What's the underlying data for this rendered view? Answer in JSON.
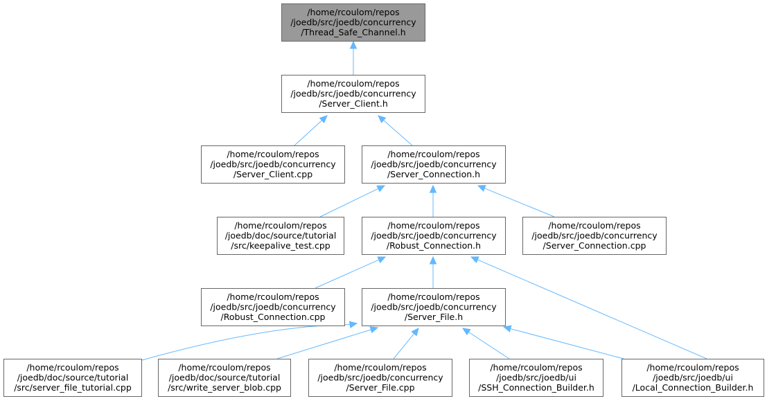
{
  "colors": {
    "root_fill": "#999999",
    "node_fill": "#ffffff",
    "node_border": "#666666",
    "edge": "#63b8ff",
    "text": "#000000"
  },
  "nodes": [
    {
      "id": "thread_safe_channel_h",
      "lines": [
        "/home/rcoulom/repos",
        "/joedb/src/joedb/concurrency",
        "/Thread_Safe_Channel.h"
      ],
      "root": true
    },
    {
      "id": "server_client_h",
      "lines": [
        "/home/rcoulom/repos",
        "/joedb/src/joedb/concurrency",
        "/Server_Client.h"
      ]
    },
    {
      "id": "server_client_cpp",
      "lines": [
        "/home/rcoulom/repos",
        "/joedb/src/joedb/concurrency",
        "/Server_Client.cpp"
      ]
    },
    {
      "id": "server_connection_h",
      "lines": [
        "/home/rcoulom/repos",
        "/joedb/src/joedb/concurrency",
        "/Server_Connection.h"
      ]
    },
    {
      "id": "keepalive_test_cpp",
      "lines": [
        "/home/rcoulom/repos",
        "/joedb/doc/source/tutorial",
        "/src/keepalive_test.cpp"
      ]
    },
    {
      "id": "robust_connection_h",
      "lines": [
        "/home/rcoulom/repos",
        "/joedb/src/joedb/concurrency",
        "/Robust_Connection.h"
      ]
    },
    {
      "id": "server_connection_cpp",
      "lines": [
        "/home/rcoulom/repos",
        "/joedb/src/joedb/concurrency",
        "/Server_Connection.cpp"
      ]
    },
    {
      "id": "robust_connection_cpp",
      "lines": [
        "/home/rcoulom/repos",
        "/joedb/src/joedb/concurrency",
        "/Robust_Connection.cpp"
      ]
    },
    {
      "id": "server_file_h",
      "lines": [
        "/home/rcoulom/repos",
        "/joedb/src/joedb/concurrency",
        "/Server_File.h"
      ]
    },
    {
      "id": "server_file_tutorial_cpp",
      "lines": [
        "/home/rcoulom/repos",
        "/joedb/doc/source/tutorial",
        "/src/server_file_tutorial.cpp"
      ]
    },
    {
      "id": "write_server_blob_cpp",
      "lines": [
        "/home/rcoulom/repos",
        "/joedb/doc/source/tutorial",
        "/src/write_server_blob.cpp"
      ]
    },
    {
      "id": "server_file_cpp",
      "lines": [
        "/home/rcoulom/repos",
        "/joedb/src/joedb/concurrency",
        "/Server_File.cpp"
      ]
    },
    {
      "id": "ssh_connection_builder_h",
      "lines": [
        "/home/rcoulom/repos",
        "/joedb/src/joedb/ui",
        "/SSH_Connection_Builder.h"
      ]
    },
    {
      "id": "local_connection_builder_h",
      "lines": [
        "/home/rcoulom/repos",
        "/joedb/src/joedb/ui",
        "/Local_Connection_Builder.h"
      ]
    }
  ],
  "edges": [
    {
      "from": "server_client_h",
      "to": "thread_safe_channel_h"
    },
    {
      "from": "server_client_cpp",
      "to": "server_client_h"
    },
    {
      "from": "server_connection_h",
      "to": "server_client_h"
    },
    {
      "from": "keepalive_test_cpp",
      "to": "server_connection_h"
    },
    {
      "from": "robust_connection_h",
      "to": "server_connection_h"
    },
    {
      "from": "server_connection_cpp",
      "to": "server_connection_h"
    },
    {
      "from": "robust_connection_cpp",
      "to": "robust_connection_h"
    },
    {
      "from": "server_file_h",
      "to": "robust_connection_h"
    },
    {
      "from": "local_connection_builder_h",
      "to": "robust_connection_h"
    },
    {
      "from": "server_file_tutorial_cpp",
      "to": "server_file_h"
    },
    {
      "from": "write_server_blob_cpp",
      "to": "server_file_h"
    },
    {
      "from": "server_file_cpp",
      "to": "server_file_h"
    },
    {
      "from": "ssh_connection_builder_h",
      "to": "server_file_h"
    },
    {
      "from": "local_connection_builder_h",
      "to": "server_file_h"
    }
  ]
}
